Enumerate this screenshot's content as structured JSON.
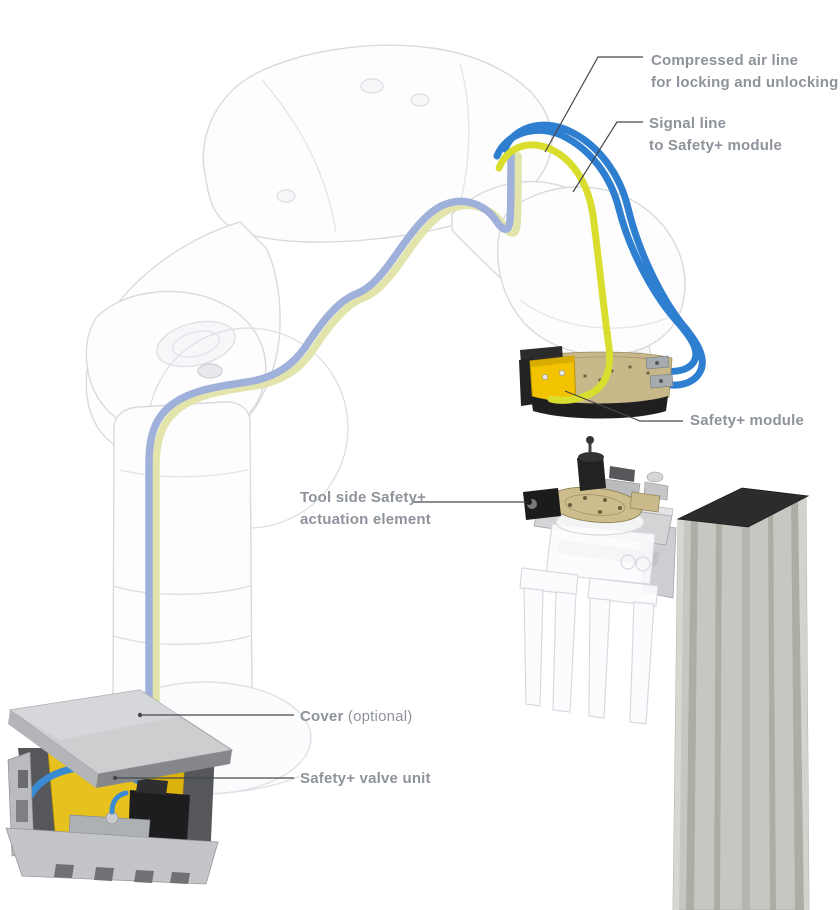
{
  "figure": {
    "type": "technical-diagram",
    "background": "#ffffff"
  },
  "labels": {
    "air_line": {
      "line1": "Compressed air line",
      "line2": "for locking and unlocking"
    },
    "signal_line": {
      "line1": "Signal line",
      "line2": "to Safety+ module"
    },
    "safety_module": {
      "text": "Safety+ module"
    },
    "tool_side": {
      "line1": "Tool side Safety+",
      "line2": "actuation element"
    },
    "cover": {
      "name": "Cover",
      "suffix": " (optional)"
    },
    "valve_unit": {
      "text": "Safety+ valve unit"
    }
  },
  "components": {
    "robot_arm": "robot-arm-ghosted",
    "compressed_air_line": "blue-pneumatic-tube",
    "signal_line": "yellow-signal-line",
    "safety_module": "safety-plus-module-on-flange",
    "tool_actuation_element": "tool-side-actuation-element",
    "gripper": "gripper-ghosted",
    "stand_column": "aluminium-profile-column",
    "valve_unit": "safety-plus-valve-unit",
    "cover": "sheet-metal-cover"
  },
  "colors": {
    "label_text": "#8e939b",
    "leader_line": "#45474a",
    "tube_blue": "#2f7fd0",
    "tube_yellow": "#d9de2e",
    "ghost_tube_blue": "#9fb0da",
    "ghost_tube_yellow": "#e2e4ab",
    "module_yellow": "#f2c300",
    "module_brass": "#c7b789",
    "valve_yellow": "#e7c11e",
    "column_gray": "#c6c7c0",
    "cover_gray": "#c9cbcd",
    "background": "#ffffff"
  }
}
